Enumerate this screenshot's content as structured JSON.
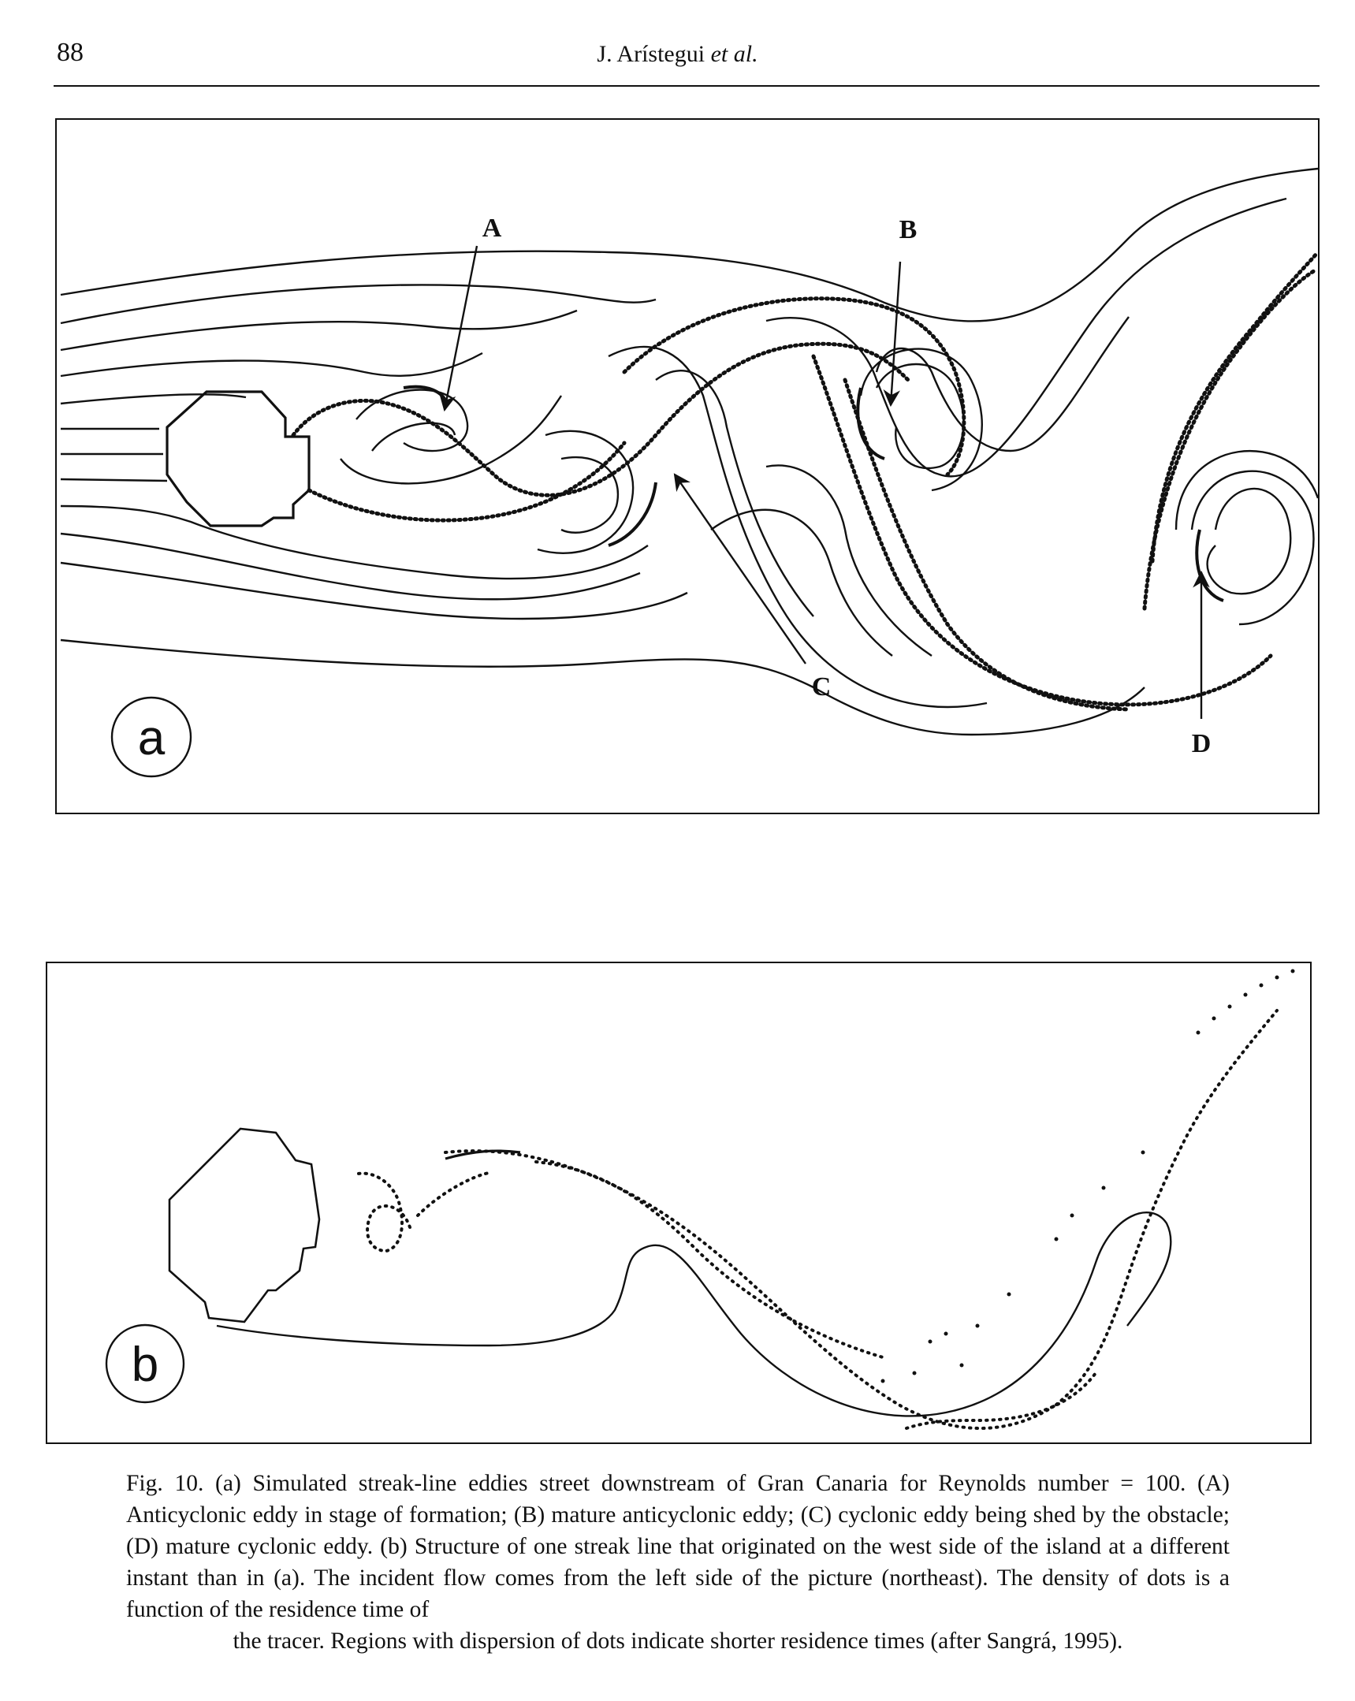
{
  "header": {
    "page_number": "88",
    "running_head_authors": "J. Arístegui",
    "running_head_etal": "et al."
  },
  "figure": {
    "panel_a": {
      "panel_label": "a",
      "labels": [
        "A",
        "B",
        "C",
        "D"
      ]
    },
    "panel_b": {
      "panel_label": "b"
    }
  },
  "caption": {
    "lines": [
      "Fig. 10. (a) Simulated streak-line eddies street downstream of Gran Canaria for Reynolds number = 100. (A) Anticyclonic eddy in stage of formation; (B) mature anticyclonic eddy; (C) cyclonic eddy being shed by the obstacle; (D) mature cyclonic eddy. (b) Structure of one streak line that originated on the west side of the island at a different instant than in (a). The incident flow comes from the left side of the picture (northeast). The density of dots is a function of the residence time of",
      "the tracer. Regions with dispersion of dots indicate shorter residence times (after Sangrá, 1995)."
    ]
  }
}
